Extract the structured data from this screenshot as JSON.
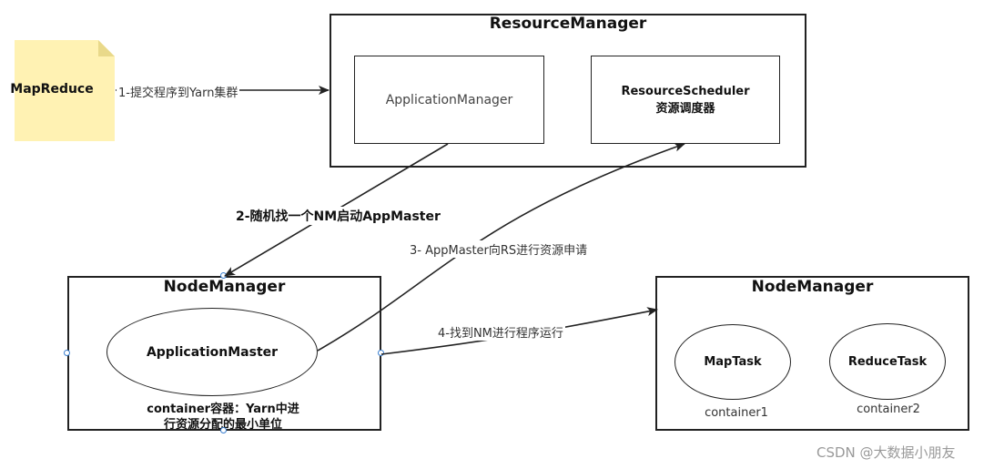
{
  "mapreduce": {
    "label": "MapReduce"
  },
  "resource_manager": {
    "title": "ResourceManager",
    "application_manager": "ApplicationManager",
    "resource_scheduler_line1": "ResourceScheduler",
    "resource_scheduler_line2": "资源调度器"
  },
  "node_manager_left": {
    "title": "NodeManager",
    "application_master": "ApplicationMaster",
    "container_desc_line1": "container容器：Yarn中进",
    "container_desc_line2": "行资源分配的最小单位"
  },
  "node_manager_right": {
    "title": "NodeManager",
    "map_task": "MapTask",
    "reduce_task": "ReduceTask",
    "container1": "container1",
    "container2": "container2"
  },
  "steps": {
    "step1": "1-提交程序到Yarn集群",
    "step2": "2-随机找一个NM启动AppMaster",
    "step3": "3- AppMaster向RS进行资源申请",
    "step4": "4-找到NM进行程序运行"
  },
  "watermark": "CSDN @大数据小朋友",
  "colors": {
    "note_fill": "#fff2b3",
    "handle": "#3a7fd0",
    "stroke": "#222222"
  }
}
